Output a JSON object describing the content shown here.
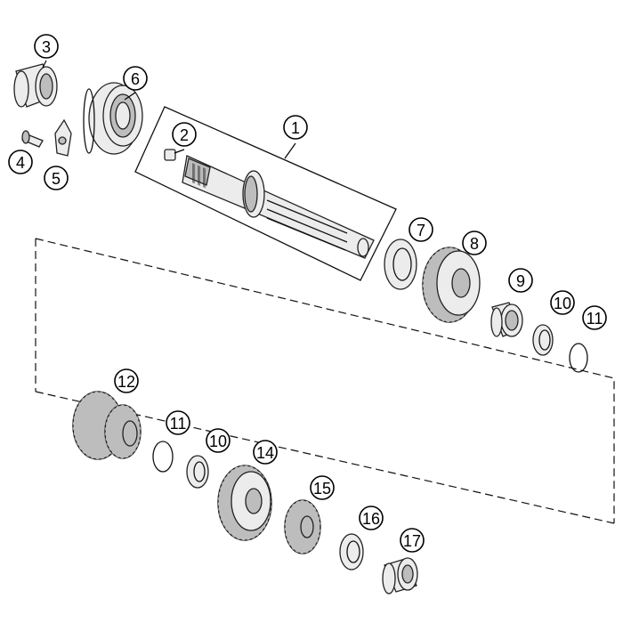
{
  "callouts": [
    {
      "id": "c1",
      "label": "1"
    },
    {
      "id": "c2",
      "label": "2"
    },
    {
      "id": "c3",
      "label": "3"
    },
    {
      "id": "c4",
      "label": "4"
    },
    {
      "id": "c5",
      "label": "5"
    },
    {
      "id": "c6",
      "label": "6"
    },
    {
      "id": "c7",
      "label": "7"
    },
    {
      "id": "c8",
      "label": "8"
    },
    {
      "id": "c9",
      "label": "9"
    },
    {
      "id": "c10a",
      "label": "10"
    },
    {
      "id": "c11a",
      "label": "11"
    },
    {
      "id": "c12",
      "label": "12"
    },
    {
      "id": "c11b",
      "label": "11"
    },
    {
      "id": "c10b",
      "label": "10"
    },
    {
      "id": "c14",
      "label": "14"
    },
    {
      "id": "c15",
      "label": "15"
    },
    {
      "id": "c16",
      "label": "16"
    },
    {
      "id": "c17",
      "label": "17"
    }
  ]
}
